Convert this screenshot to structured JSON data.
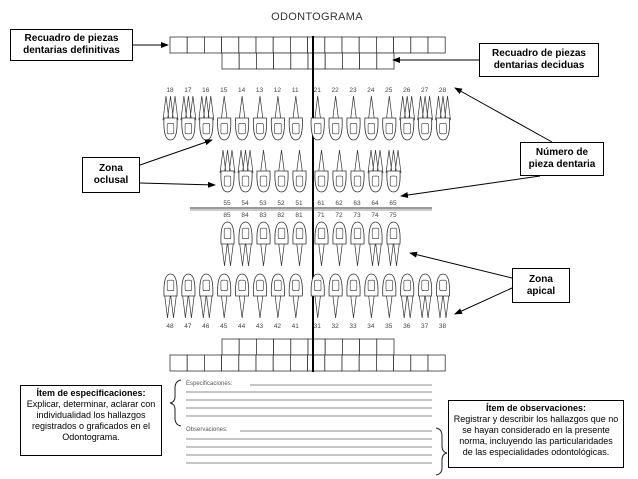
{
  "title": "ODONTOGRAMA",
  "callouts": {
    "definitive": [
      "Recuadro de piezas",
      "dentarias definitivas"
    ],
    "deciduous": [
      "Recuadro de piezas",
      "dentarias deciduas"
    ],
    "tooth_number": [
      "Número de",
      "pieza dentaria"
    ],
    "occlusal": [
      "Zona",
      "oclusal"
    ],
    "apical": [
      "Zona",
      "apical"
    ]
  },
  "specs_box": {
    "heading": "Ítem de especificaciones:",
    "body": "Explicar, determinar, aclarar con individualidad los hallazgos registrados o graficados en el Odontograma."
  },
  "obs_box": {
    "heading": "Ítem de observaciones:",
    "body": "Registrar y describir los hallazgos que no se hayan considerado en la presente norma, incluyendo las particularidades de las especialidades odontológicas."
  },
  "form": {
    "specs_label": "Especificaciones:",
    "obs_label": "Observaciones:"
  },
  "tooth_numbers": {
    "upper_permanent": [
      "18",
      "17",
      "16",
      "15",
      "14",
      "13",
      "12",
      "11",
      "21",
      "22",
      "23",
      "24",
      "25",
      "26",
      "27",
      "28"
    ],
    "upper_deciduous": [
      "55",
      "54",
      "53",
      "52",
      "51",
      "61",
      "62",
      "63",
      "64",
      "65"
    ],
    "lower_deciduous": [
      "85",
      "84",
      "83",
      "82",
      "81",
      "71",
      "72",
      "73",
      "74",
      "75"
    ],
    "lower_permanent": [
      "48",
      "47",
      "46",
      "45",
      "44",
      "43",
      "42",
      "41",
      "31",
      "32",
      "33",
      "34",
      "35",
      "36",
      "37",
      "38"
    ]
  }
}
